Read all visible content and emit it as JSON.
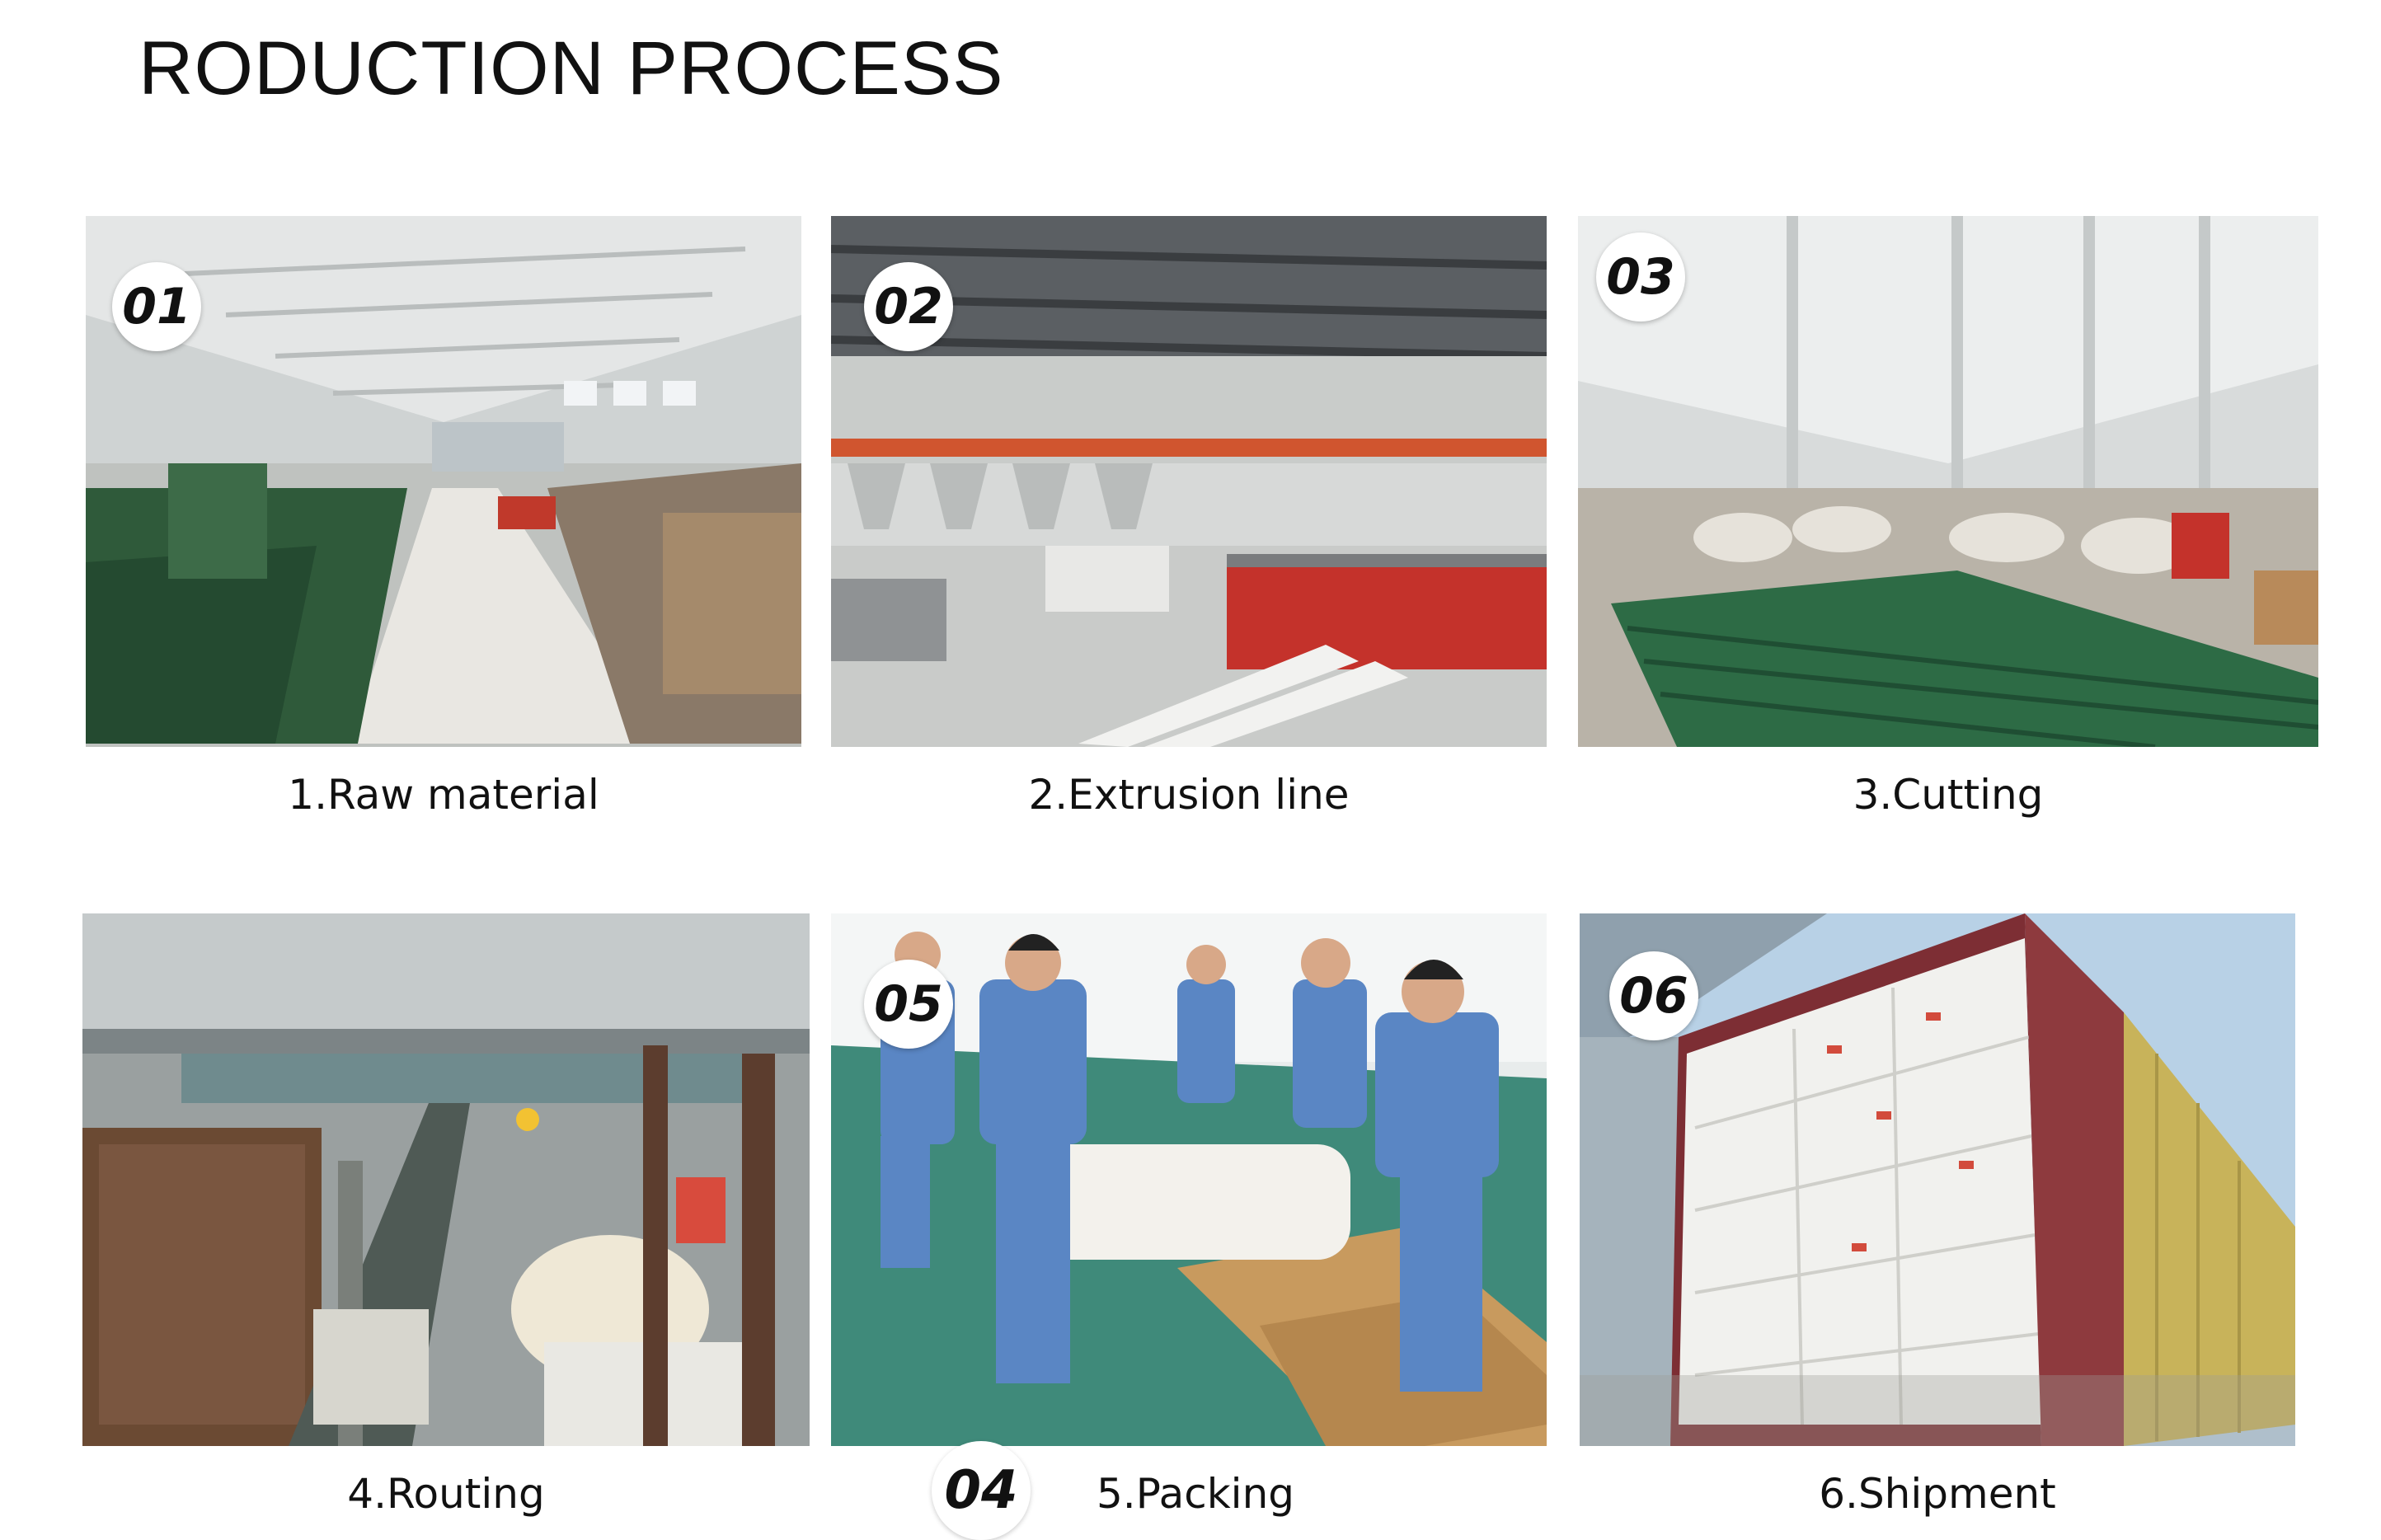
{
  "page": {
    "title": "RODUCTION PROCESS"
  },
  "steps": [
    {
      "badge": "01",
      "caption": "1.Raw material",
      "scene": "warehouse-aisle"
    },
    {
      "badge": "02",
      "caption": "2.Extrusion line",
      "scene": "extrusion-machinery"
    },
    {
      "badge": "03",
      "caption": "3.Cutting",
      "scene": "cut-green-profiles"
    },
    {
      "badge": "",
      "caption": "4.Routing",
      "scene": "routing-machinery"
    },
    {
      "badge": "05",
      "caption": "5.Packing",
      "scene": "workers-packing"
    },
    {
      "badge": "06",
      "caption": "6.Shipment",
      "scene": "loaded-container"
    }
  ],
  "extra_badge": "04",
  "colors": {
    "text": "#111111",
    "badge_bg": "#ffffff",
    "factory_wall": "#d9dcdc",
    "green_material": "#2f5a3a",
    "red_machine": "#c4322b",
    "worker_uniform": "#5a86c4",
    "floor_green": "#3f8a7a",
    "container_red": "#8e3a3e",
    "container_yellow": "#c8b35a"
  }
}
